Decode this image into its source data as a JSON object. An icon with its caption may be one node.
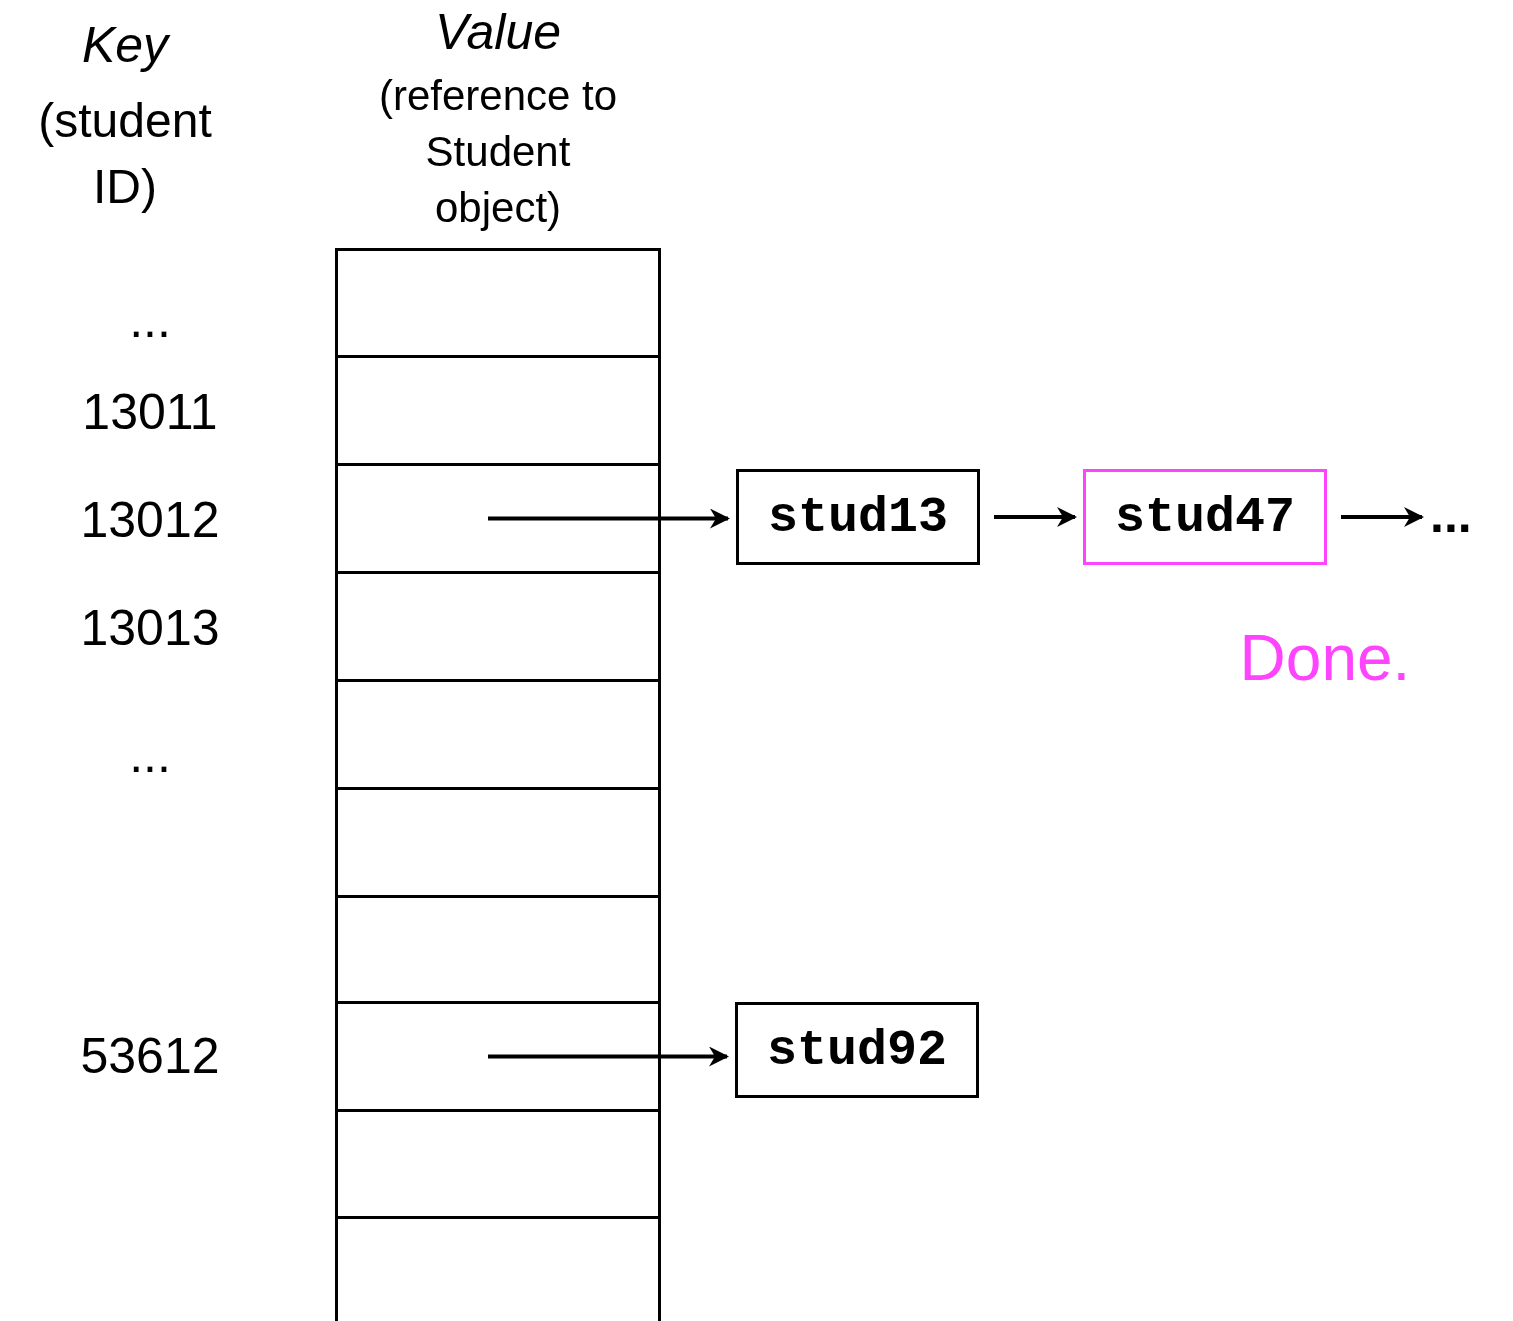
{
  "diagram": {
    "nodes": [
      {
        "text": [],
        "shape": "box"
      },
      {
        "text": [],
        "shape": "box"
      },
      {
        "text": [],
        "shape": "box"
      },
      {
        "text": [],
        "shape": "box"
      },
      {
        "text": [],
        "shape": "box"
      },
      {
        "text": [],
        "shape": "box"
      },
      {
        "text": [],
        "shape": "box"
      },
      {
        "text": [],
        "shape": "box"
      },
      {
        "text": [],
        "shape": "box"
      },
      {
        "text": [],
        "shape": "box"
      },
      {
        "text": [
          "stud13"
        ]
      },
      {
        "text": [
          "stud47"
        ]
      },
      {
        "text": [
          "..."
        ]
      },
      {
        "text": [
          "stud92"
        ]
      }
    ],
    "edges": [
      {
        "from": 2,
        "to": 10,
        "arrow": "to"
      },
      {
        "from": 10,
        "to": 11,
        "arrow": "to"
      },
      {
        "from": 11,
        "to": 12,
        "arrow": "to"
      },
      {
        "from": 7,
        "to": 13,
        "arrow": "to"
      }
    ],
    "labels": [
      "Key",
      "(student ID)",
      "Value",
      "(reference to Student object)",
      "...",
      "13011",
      "13012",
      "13013",
      "...",
      "53612",
      "Done."
    ]
  }
}
